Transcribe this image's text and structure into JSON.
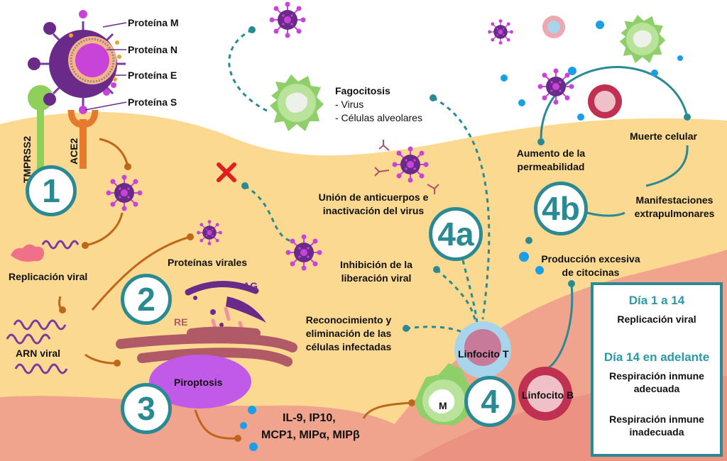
{
  "virus_parts": {
    "protein_m": "Proteína M",
    "protein_n": "Proteína N",
    "protein_e": "Proteína E",
    "protein_s": "Proteína S",
    "tmprss2": "TMPRSS2",
    "ace2": "ACE2"
  },
  "steps": {
    "s1": "1",
    "s2": "2",
    "s3": "3",
    "s4": "4",
    "s4a": "4a",
    "s4b": "4b"
  },
  "labels": {
    "replicacion": "Replicación viral",
    "arn": "ARN viral",
    "proteinas_virales": "Proteínas virales",
    "ag": "AG",
    "re": "RE",
    "piroptosis": "Piroptosis",
    "citocinas_line1": "IL-9, IP10,",
    "citocinas_line2": "MCP1, MIPα, MIPβ",
    "fagocitosis_title": "Fagocitosis",
    "fagocitosis_virus": "- Virus",
    "fagocitosis_cells": "- Células alveolares",
    "union_line1": "Unión de anticuerpos e",
    "union_line2": "inactivación del virus",
    "inhibicion_line1": "Inhibición de la",
    "inhibicion_line2": "liberación viral",
    "reconocimiento_line1": "Reconocimiento y",
    "reconocimiento_line2": "eliminación de las",
    "reconocimiento_line3": "células infectadas",
    "linfocito_t": "Linfocito T",
    "linfocito_b": "Linfocito B",
    "macrofago": "M",
    "aumento_line1": "Aumento de la",
    "aumento_line2": "permeabilidad",
    "muerte": "Muerte celular",
    "manifest_line1": "Manifestaciones",
    "manifest_line2": "extrapulmonares",
    "produccion_line1": "Producción excesiva",
    "produccion_line2": "de citocinas"
  },
  "legend": {
    "dia1_title": "Día 1 a 14",
    "dia1_sub": "Replicación viral",
    "dia14_title": "Día 14 en adelante",
    "adecuada_line1": "Respiración inmune",
    "adecuada_line2": "adecuada",
    "inadecuada_line1": "Respiración inmune",
    "inadecuada_line2": "inadecuada"
  },
  "colors": {
    "teal": "#2a8a94",
    "brown": "#c0661a",
    "virus": "#6a2a8a",
    "spike": "#c844d8",
    "bg_yellow": "#fbd990",
    "bg_salmon": "#f0a48e",
    "bg_pink": "#e8877a",
    "cyto": "#1a9ee8"
  }
}
